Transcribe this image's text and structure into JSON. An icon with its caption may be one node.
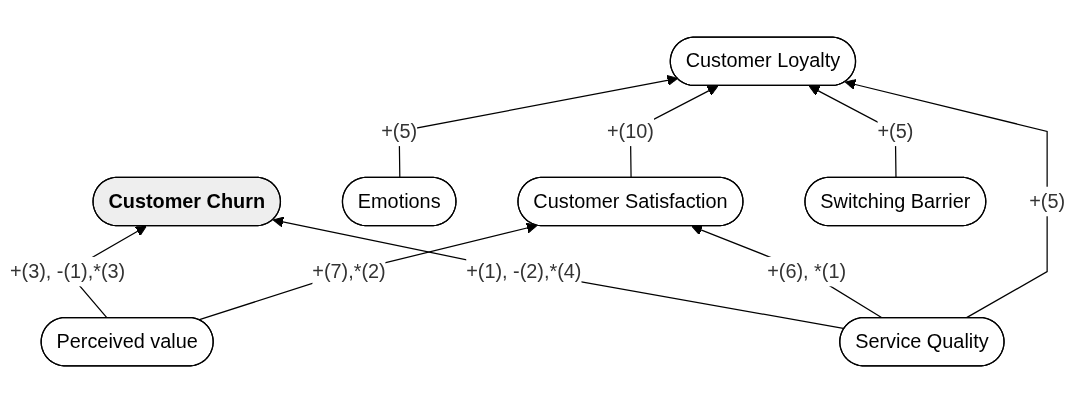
{
  "diagram": {
    "nodes": [
      {
        "text": [
          "Customer Churn"
        ]
      },
      {
        "text": [
          "Perceived value"
        ]
      },
      {
        "text": [
          "Service Quality"
        ]
      },
      {
        "text": [
          "Emotions"
        ]
      },
      {
        "text": [
          "Customer Satisfaction"
        ]
      },
      {
        "text": [
          "Switching Barrier"
        ]
      },
      {
        "text": [
          "Customer Loyalty"
        ]
      }
    ],
    "edges": [
      {
        "from": 1,
        "to": 0,
        "arrow": "to",
        "label": "+(3), -(1),*(3)"
      },
      {
        "from": 2,
        "to": 0,
        "arrow": "to",
        "label": "+(1), -(2),*(4)"
      },
      {
        "from": 1,
        "to": 4,
        "arrow": "to",
        "label": "+(7),*(2)"
      },
      {
        "from": 2,
        "to": 4,
        "arrow": "to",
        "label": "+(6), *(1)"
      },
      {
        "from": 2,
        "to": 6,
        "arrow": "to",
        "label": "+(5)"
      },
      {
        "from": 3,
        "to": 6,
        "arrow": "to",
        "label": "+(5)"
      },
      {
        "from": 5,
        "to": 6,
        "arrow": "to",
        "label": "+(5)"
      },
      {
        "from": 4,
        "to": 6,
        "arrow": "to",
        "label": "+(10)"
      }
    ]
  }
}
